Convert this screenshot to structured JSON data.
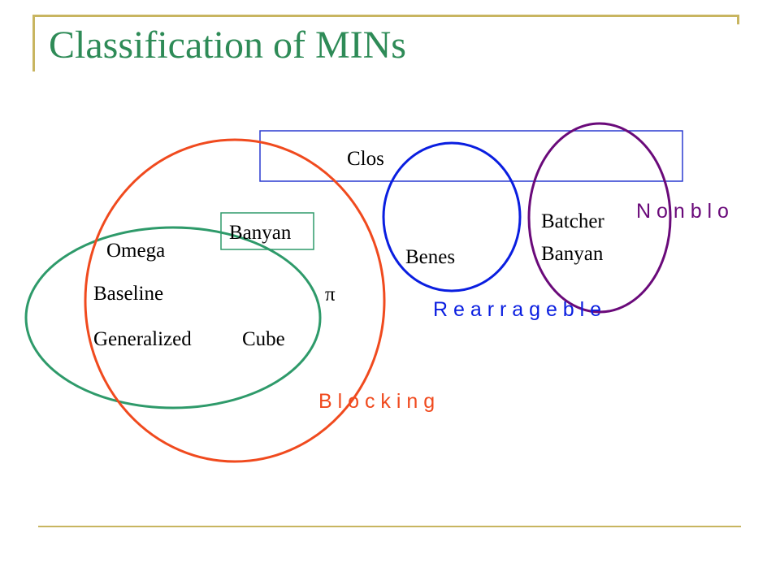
{
  "slide": {
    "title": "Classification of MINs"
  },
  "diagram": {
    "labels": {
      "clos": "Clos",
      "banyan": "Banyan",
      "omega": "Omega",
      "baseline": "Baseline",
      "generalized": "Generalized",
      "cube": "Cube",
      "pi": "π",
      "benes": "Benes",
      "batcher": "Batcher",
      "batcher_banyan": "Banyan"
    },
    "categories": {
      "blocking": "B l o c k i n g",
      "rearrangeable": "R e a r r a g e b l e",
      "nonblocking": "N o n b l o"
    },
    "colors": {
      "blocking": "#f04a1e",
      "generalized_cube_group": "#2e9a6a",
      "rearrangeable": "#0a1ee0",
      "nonblocking": "#6a0a7a",
      "clos_box": "#2a3ad0",
      "banyan_box": "#2e9a6a",
      "title": "#2e8b57",
      "rule": "#c8b560"
    }
  }
}
